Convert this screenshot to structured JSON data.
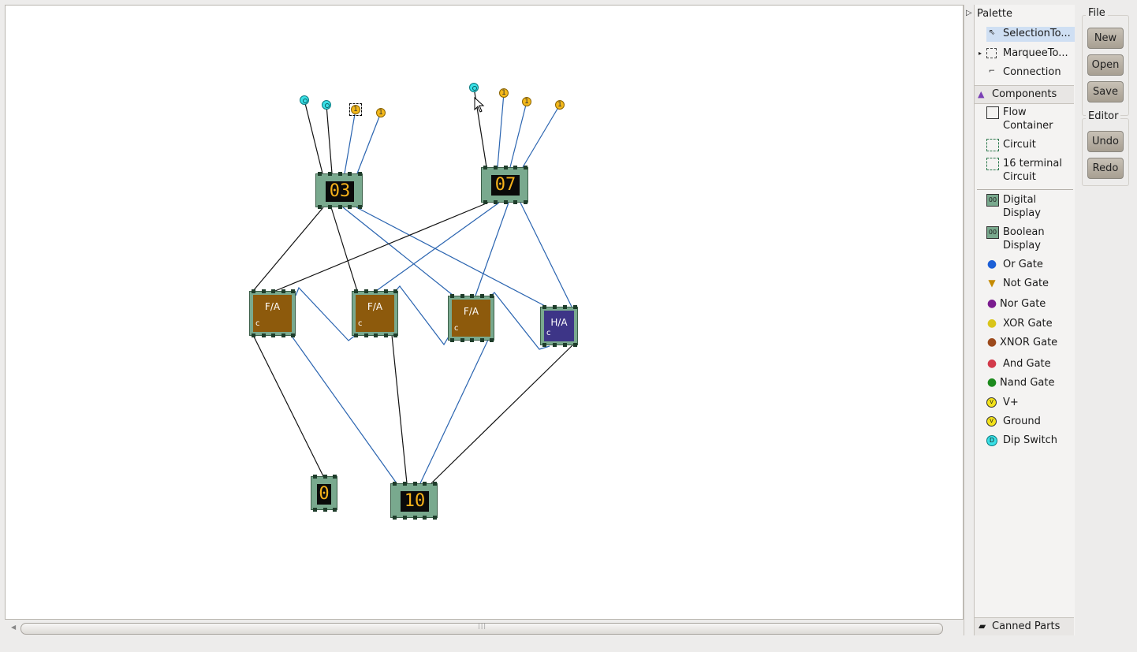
{
  "palette": {
    "title": "Palette",
    "tools": [
      {
        "label": "SelectionTo...",
        "icon": "arrow-cursor-icon"
      },
      {
        "label": "MarqueeTo...",
        "icon": "marquee-icon"
      },
      {
        "label": "Connection",
        "icon": "connection-icon"
      }
    ],
    "components_label": "Components",
    "containers": [
      {
        "label": "Flow Container",
        "icon": "flow-container-icon"
      },
      {
        "label": "Circuit",
        "icon": "circuit-icon"
      },
      {
        "label": "16 terminal Circuit",
        "icon": "circuit-icon"
      }
    ],
    "parts": [
      {
        "label": "Digital Display",
        "icon": "digital-display-icon"
      },
      {
        "label": "Boolean Display",
        "icon": "boolean-display-icon"
      },
      {
        "label": "Or Gate",
        "icon": "or-gate-icon"
      },
      {
        "label": "Not Gate",
        "icon": "not-gate-icon"
      },
      {
        "label": "Nor Gate",
        "icon": "nor-gate-icon"
      },
      {
        "label": "XOR Gate",
        "icon": "xor-gate-icon"
      },
      {
        "label": "XNOR Gate",
        "icon": "xnor-gate-icon"
      },
      {
        "label": "And Gate",
        "icon": "and-gate-icon"
      },
      {
        "label": "Nand Gate",
        "icon": "nand-gate-icon"
      },
      {
        "label": "V+",
        "icon": "vplus-icon"
      },
      {
        "label": "Ground",
        "icon": "ground-icon"
      },
      {
        "label": "Dip Switch",
        "icon": "dip-switch-icon"
      }
    ],
    "canned_label": "Canned Parts"
  },
  "file_group": {
    "title": "File",
    "new": "New",
    "open": "Open",
    "save": "Save"
  },
  "editor_group": {
    "title": "Editor",
    "undo": "Undo",
    "redo": "Redo"
  },
  "circuit": {
    "display_a": "03",
    "display_b": "07",
    "result_carry": "0",
    "result_sum": "10",
    "full_adder_label": "F/A",
    "half_adder_label": "H/A",
    "adder_sub": "c",
    "terminal_one_label": "1",
    "colors": {
      "chip": "#79a98e",
      "full_adder": "#8d5a0c",
      "half_adder": "#3d3587",
      "wire_black": "#111111",
      "wire_blue": "#2a64b0",
      "display_digits": "#f6b21b",
      "dip_switch": "#39e0e6",
      "terminal_one": "#f3b81a"
    }
  }
}
